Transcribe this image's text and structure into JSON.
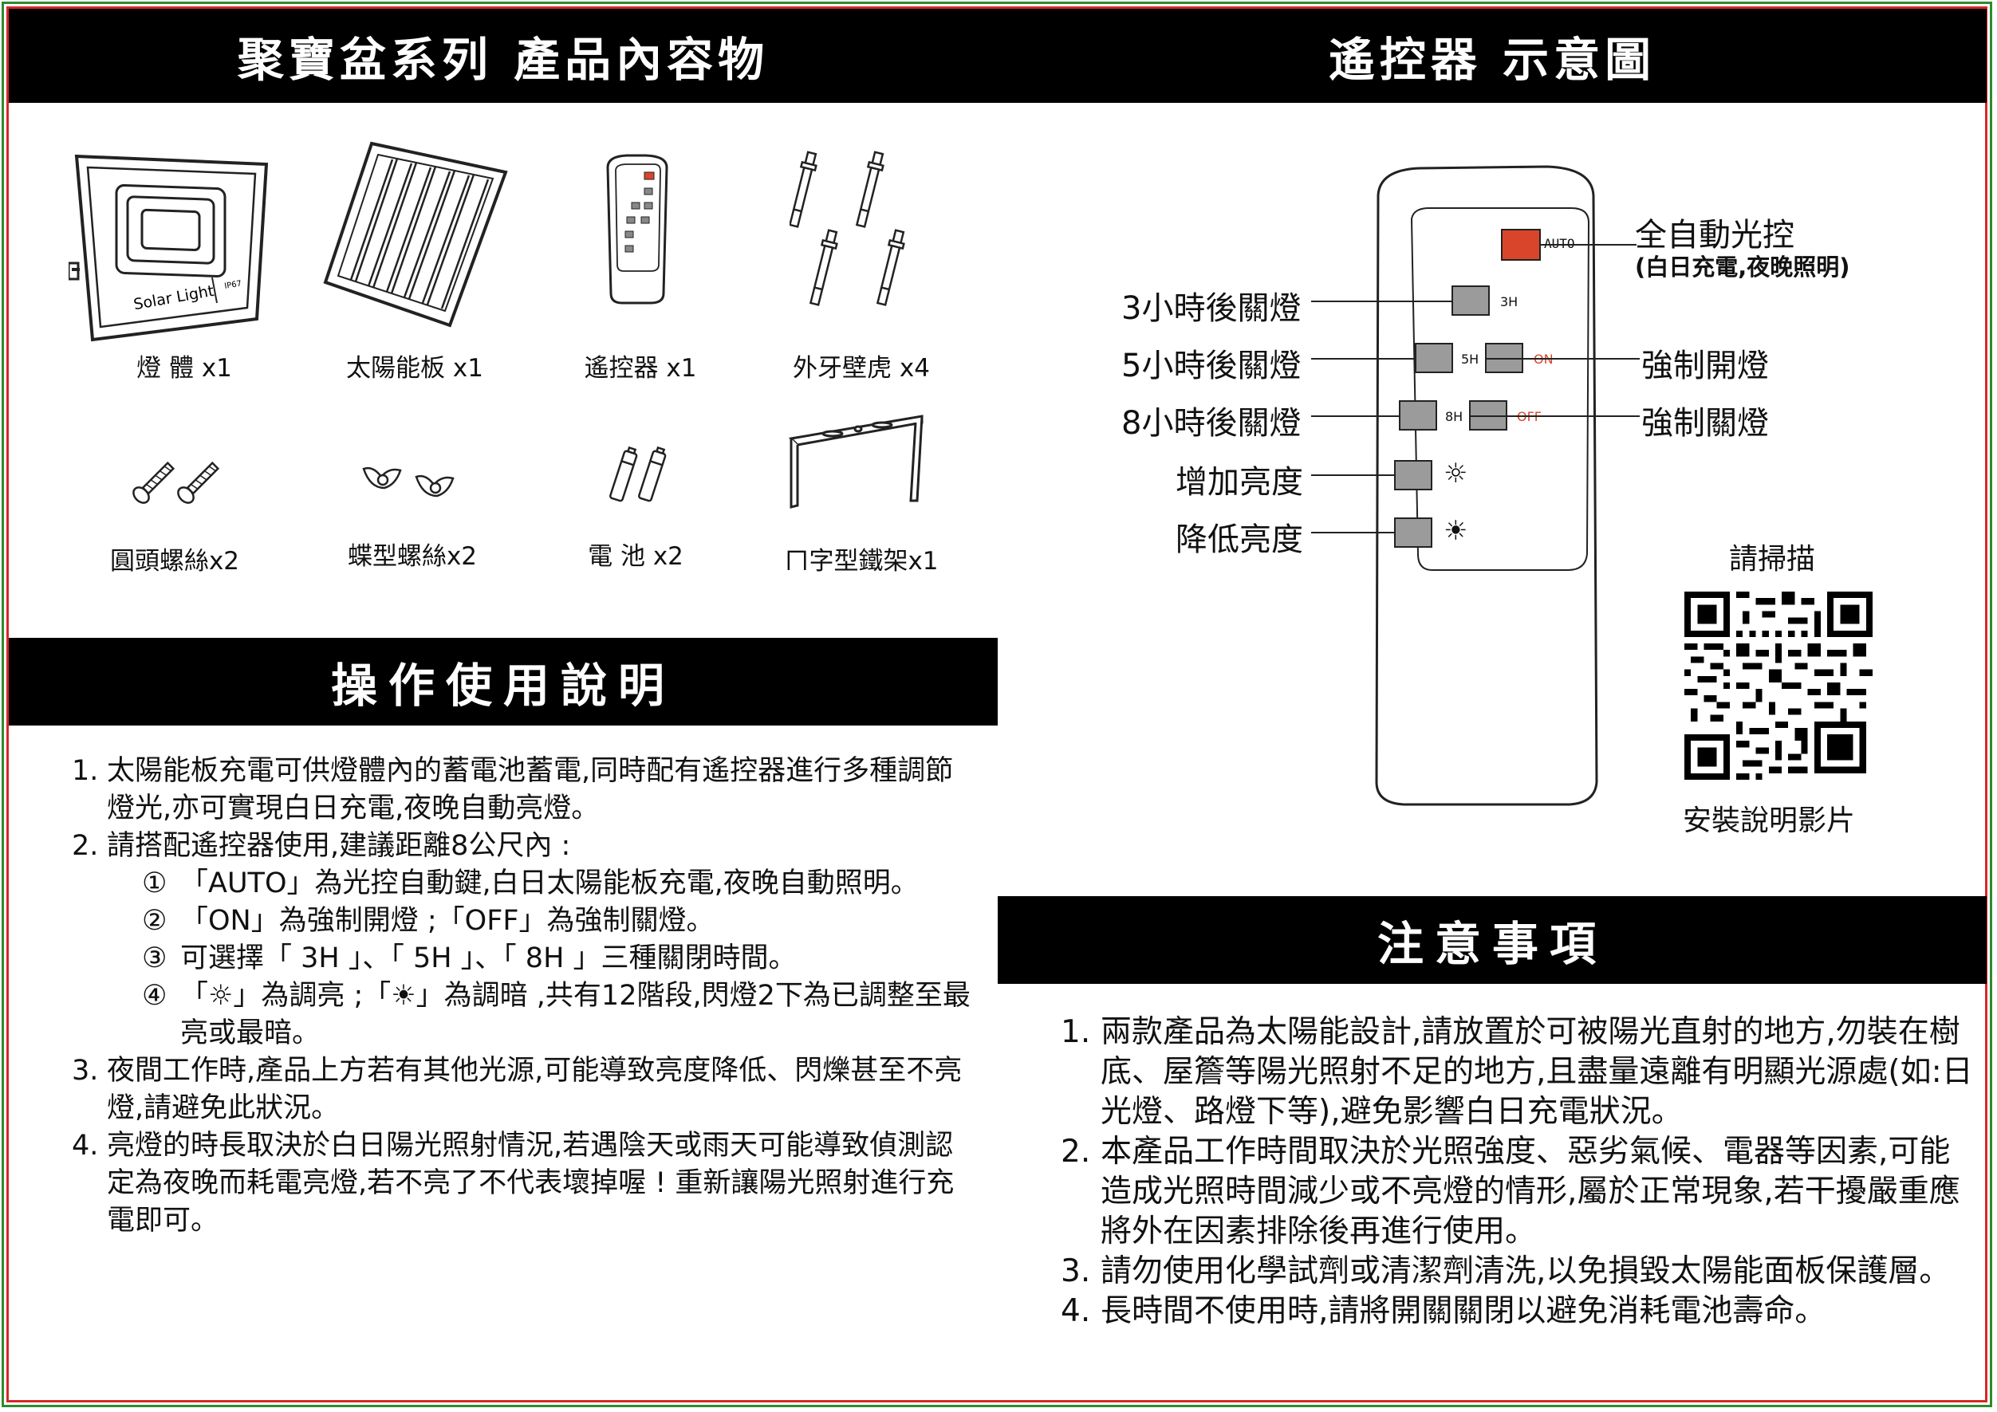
{
  "headers": {
    "contents": "聚寶盆系列  產品內容物",
    "remote": "遙控器 示意圖",
    "operation": "操作使用說明",
    "notes": "注意事項"
  },
  "items": [
    {
      "label": "燈 體 x1",
      "icon": "flood-light-icon"
    },
    {
      "label": "太陽能板 x1",
      "icon": "solar-panel-icon"
    },
    {
      "label": "遙控器 x1",
      "icon": "remote-control-icon"
    },
    {
      "label": "外牙壁虎 x4",
      "icon": "anchor-bolt-icon"
    },
    {
      "label": "圓頭螺絲x2",
      "icon": "round-head-screw-icon"
    },
    {
      "label": "蝶型螺絲x2",
      "icon": "wing-nut-icon"
    },
    {
      "label": "電 池 x2",
      "icon": "battery-icon"
    },
    {
      "label": "ㄇ字型鐵架x1",
      "icon": "u-bracket-icon"
    }
  ],
  "lamp_print": {
    "brand": "Solar Light",
    "rating": "IP67"
  },
  "remote": {
    "buttons": {
      "auto": "AUTO",
      "h3": "3H",
      "h5": "5H",
      "h8": "8H",
      "on": "ON",
      "off": "OFF"
    },
    "callouts": {
      "auto": "全自動光控",
      "auto_sub": "(白日充電,夜晚照明)",
      "h3": "3小時後關燈",
      "h5": "5小時後關燈",
      "h8": "8小時後關燈",
      "on": "強制開燈",
      "off": "強制關燈",
      "bright_up": "增加亮度",
      "bright_down": "降低亮度"
    },
    "colors": {
      "auto": "#d9452b",
      "button": "#9b9b9b",
      "on_off_text": "#d9452b"
    }
  },
  "qr": {
    "top_label": "請掃描",
    "bottom_label": "安裝說明影片"
  },
  "operation": [
    {
      "num": "1.",
      "text": "太陽能板充電可供燈體內的蓄電池蓄電,同時配有遙控器進行多種調節燈光,亦可實現白日充電,夜晚自動亮燈。"
    },
    {
      "num": "2.",
      "text": "請搭配遙控器使用,建議距離8公尺內 :"
    },
    {
      "num": "①",
      "text": "「AUTO」為光控自動鍵,白日太陽能板充電,夜晚自動照明。",
      "sub": true
    },
    {
      "num": "②",
      "text": "「ON」為強制開燈 ;「OFF」為強制關燈。",
      "sub": true
    },
    {
      "num": "③",
      "text": "可選擇「 3H 」、「 5H 」、「 8H 」三種關閉時間。",
      "sub": true
    },
    {
      "num": "④",
      "text": "「☼」為調亮 ;「☀」為調暗 ,共有12階段,閃燈2下為已調整至最亮或最暗。",
      "sub": true
    },
    {
      "num": "3.",
      "text": "夜間工作時,產品上方若有其他光源,可能導致亮度降低、閃爍甚至不亮燈,請避免此狀況。"
    },
    {
      "num": "4.",
      "text": "亮燈的時長取決於白日陽光照射情況,若遇陰天或雨天可能導致偵測認定為夜晚而耗電亮燈,若不亮了不代表壞掉喔 ! 重新讓陽光照射進行充電即可。"
    }
  ],
  "notes": [
    {
      "num": "1.",
      "text": "兩款產品為太陽能設計,請放置於可被陽光直射的地方,勿裝在樹底、屋簷等陽光照射不足的地方,且盡量遠離有明顯光源處(如:日光燈、路燈下等),避免影響白日充電狀況。"
    },
    {
      "num": "2.",
      "text": "本產品工作時間取決於光照強度、惡劣氣候、電器等因素,可能造成光照時間減少或不亮燈的情形,屬於正常現象,若干擾嚴重應將外在因素排除後再進行使用。"
    },
    {
      "num": "3.",
      "text": "請勿使用化學試劑或清潔劑清洗,以免損毀太陽能面板保護層。"
    },
    {
      "num": "4.",
      "text": "長時間不使用時,請將開關關閉以避免消耗電池壽命。"
    }
  ]
}
